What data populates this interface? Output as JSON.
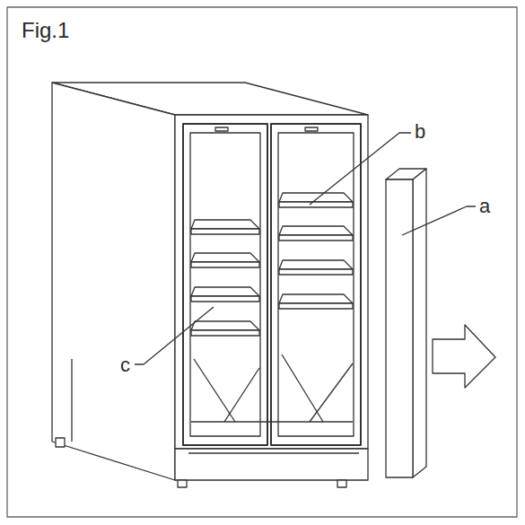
{
  "diagram": {
    "title": "Fig.1",
    "labels": [
      "b",
      "a",
      "c"
    ]
  }
}
